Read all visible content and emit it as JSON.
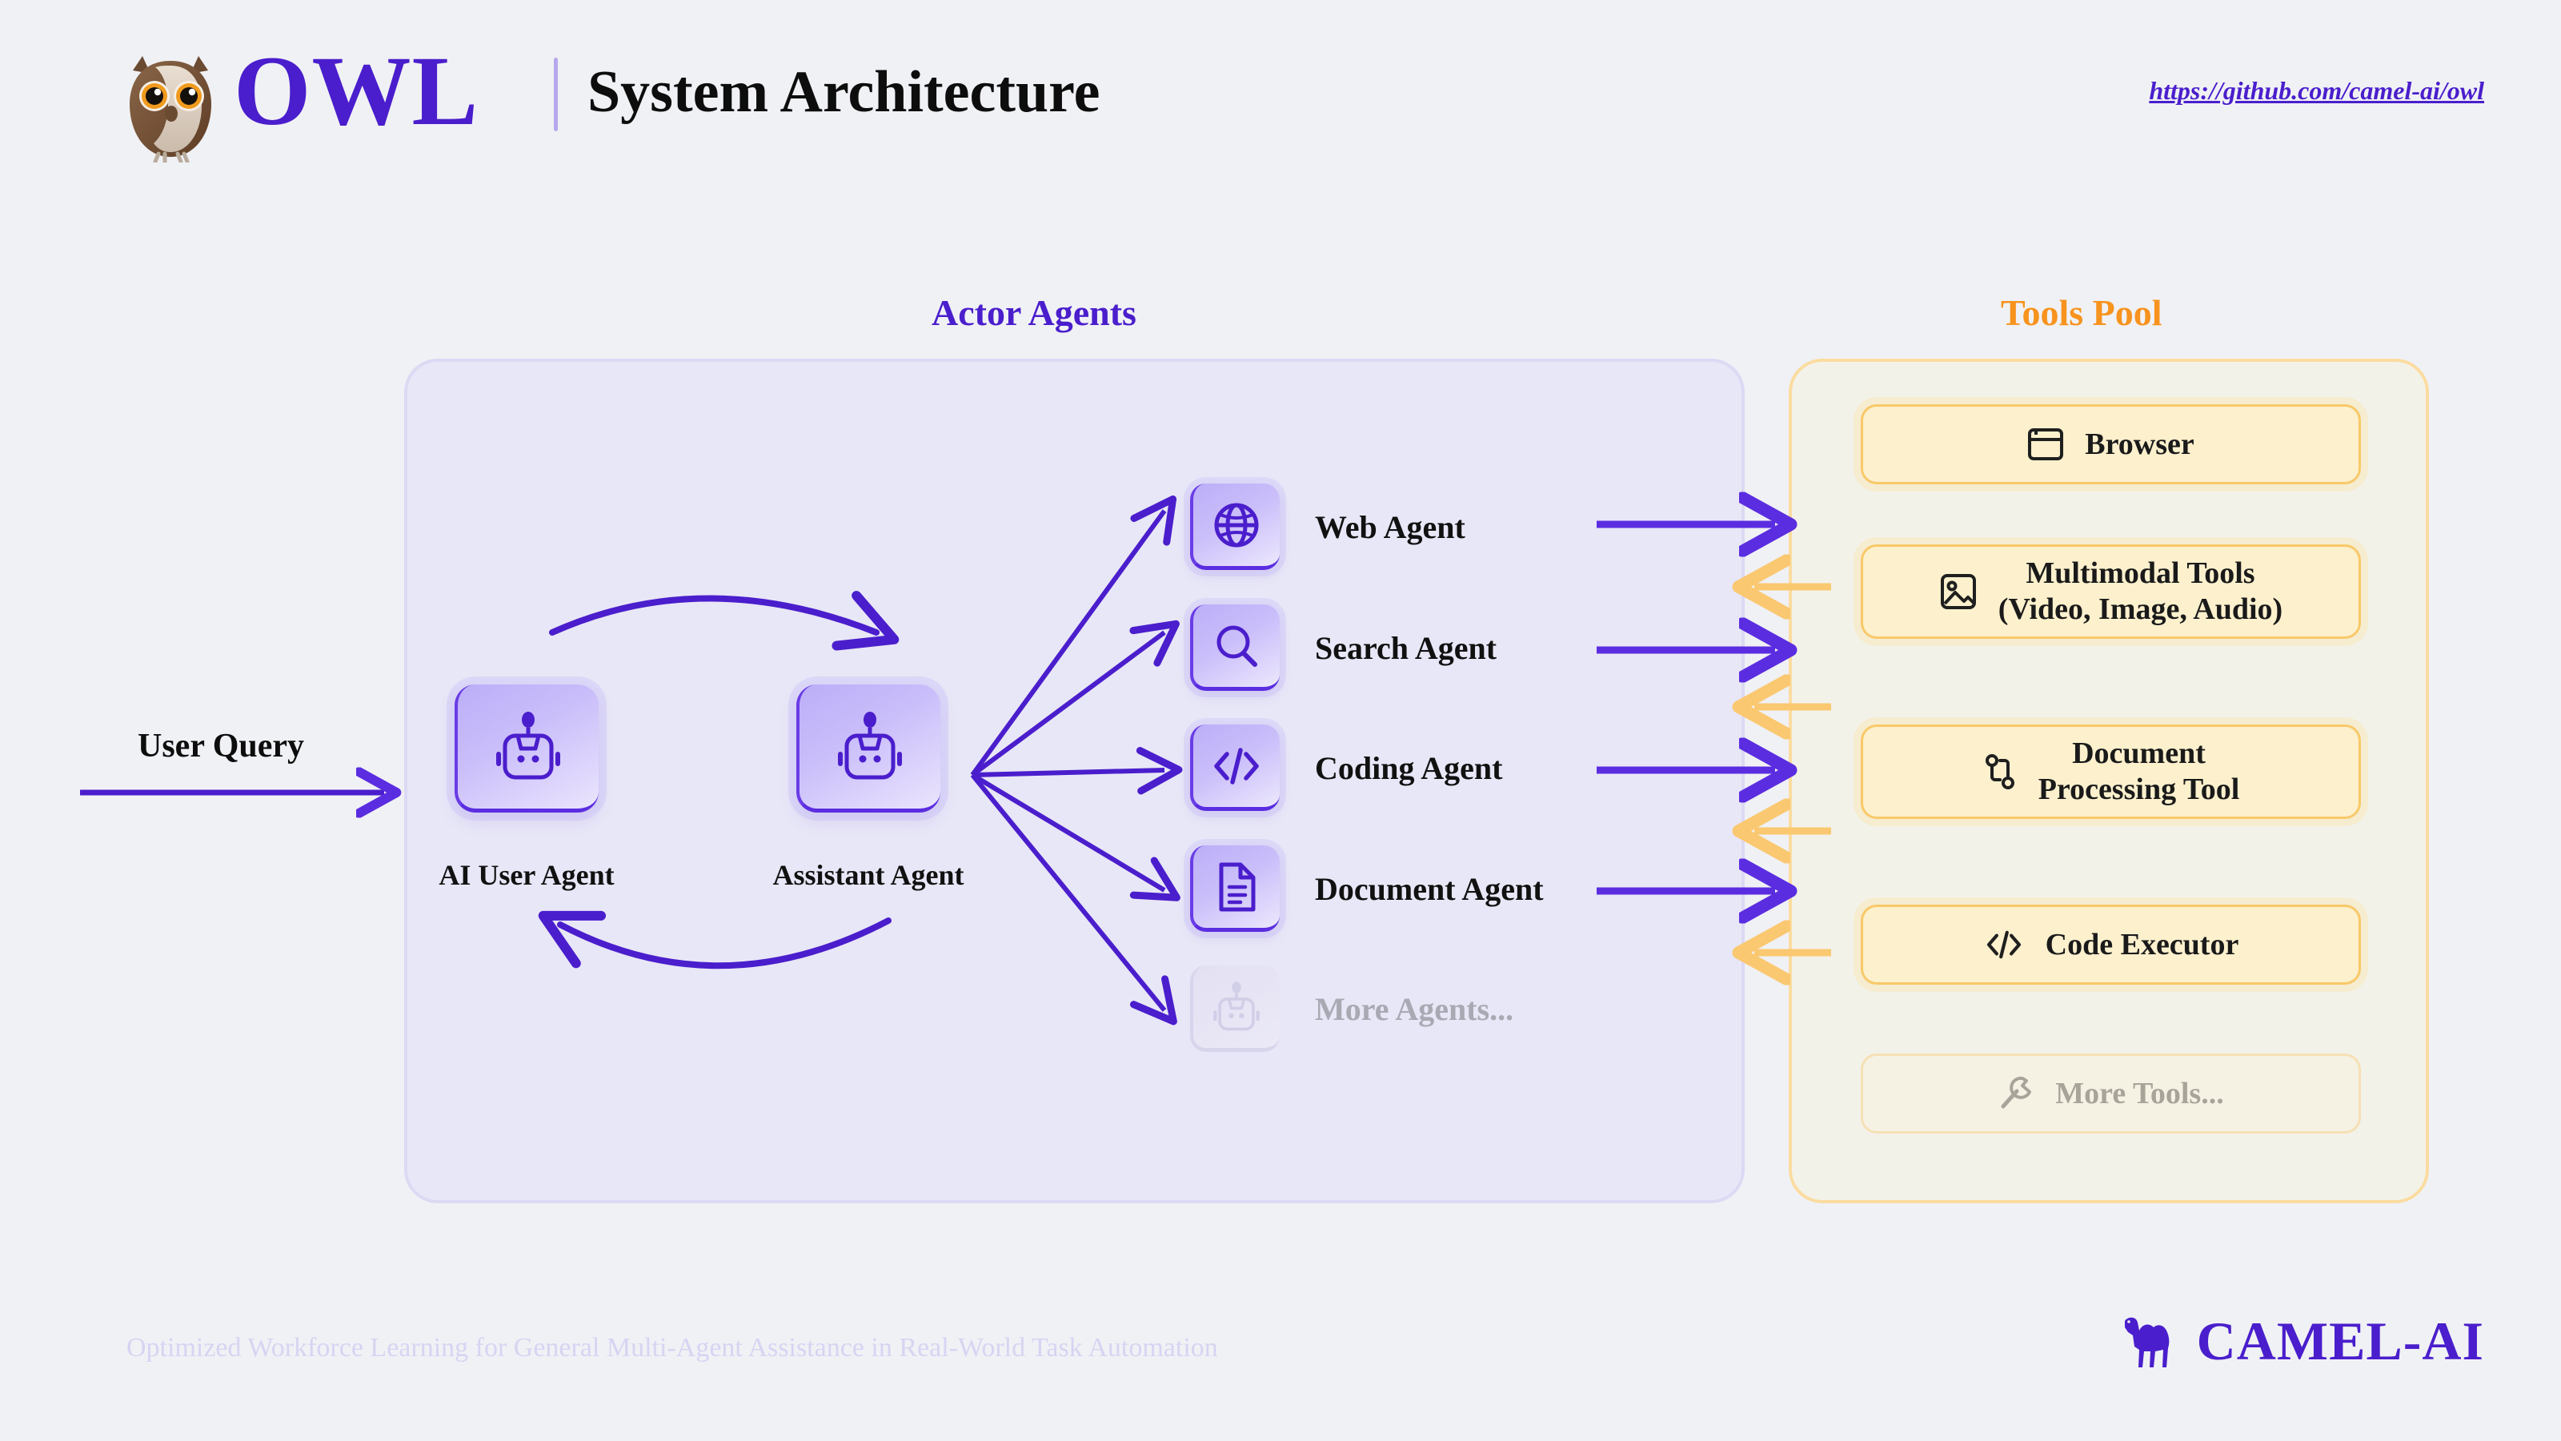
{
  "header": {
    "logo_icon": "owl-icon",
    "brand": "OWL",
    "title": "System Architecture",
    "repo_url": "https://github.com/camel-ai/owl"
  },
  "sections": {
    "actor_agents_heading": "Actor Agents",
    "tools_pool_heading": "Tools Pool"
  },
  "flow": {
    "user_query_label": "User Query"
  },
  "agents": {
    "primary": [
      {
        "id": "ai-user-agent",
        "label": "AI User Agent",
        "icon": "robot-icon"
      },
      {
        "id": "assistant-agent",
        "label": "Assistant Agent",
        "icon": "robot-icon"
      }
    ],
    "sub_agents": [
      {
        "id": "web-agent",
        "label": "Web Agent",
        "icon": "globe-icon",
        "muted": false
      },
      {
        "id": "search-agent",
        "label": "Search Agent",
        "icon": "search-icon",
        "muted": false
      },
      {
        "id": "coding-agent",
        "label": "Coding Agent",
        "icon": "code-icon",
        "muted": false
      },
      {
        "id": "document-agent",
        "label": "Document Agent",
        "icon": "file-icon",
        "muted": false
      },
      {
        "id": "more-agents",
        "label": "More Agents...",
        "icon": "robot-icon",
        "muted": true
      }
    ]
  },
  "tools": [
    {
      "id": "browser",
      "label": "Browser",
      "icon": "browser-icon",
      "muted": false
    },
    {
      "id": "multimodal-tools",
      "label": "Multimodal Tools\n(Video, Image, Audio)",
      "icon": "image-icon",
      "muted": false
    },
    {
      "id": "document-tool",
      "label": "Document\nProcessing Tool",
      "icon": "git-branch-icon",
      "muted": false
    },
    {
      "id": "code-executor",
      "label": "Code Executor",
      "icon": "code-icon",
      "muted": false
    },
    {
      "id": "more-tools",
      "label": "More Tools...",
      "icon": "wrench-icon",
      "muted": true
    }
  ],
  "footer": {
    "tagline": "Optimized Workforce Learning for General Multi-Agent Assistance in Real-World Task Automation",
    "org_name": "CAMEL-AI",
    "org_icon": "camel-icon"
  },
  "colors": {
    "page_background": "#f0f1f5",
    "brand_purple": "#4a1ecc",
    "accent_orange": "#f7931e",
    "actor_panel_fill": "#e8e7f7",
    "actor_panel_border": "#dcd9f4",
    "tools_panel_fill": "#f3f2e9",
    "tools_panel_border": "#fbdca0",
    "tool_card_fill": "#fcf0cd",
    "tool_card_border": "#f8c969",
    "arrow_purple": "#5b2de0",
    "arrow_orange": "#fac870",
    "muted_text": "#a9a9b3",
    "footer_tagline": "#d6d4f2"
  }
}
